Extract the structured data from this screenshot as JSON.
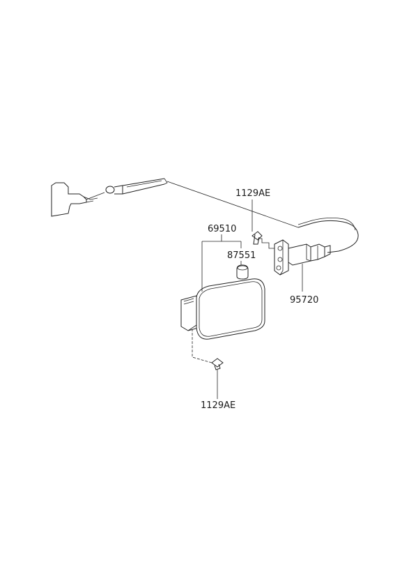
{
  "diagram": {
    "labels": {
      "screw_top": "1129AE",
      "fuel_door_assembly": "69510",
      "bumper": "87551",
      "opener_actuator": "95720",
      "screw_bottom": "1129AE"
    }
  }
}
